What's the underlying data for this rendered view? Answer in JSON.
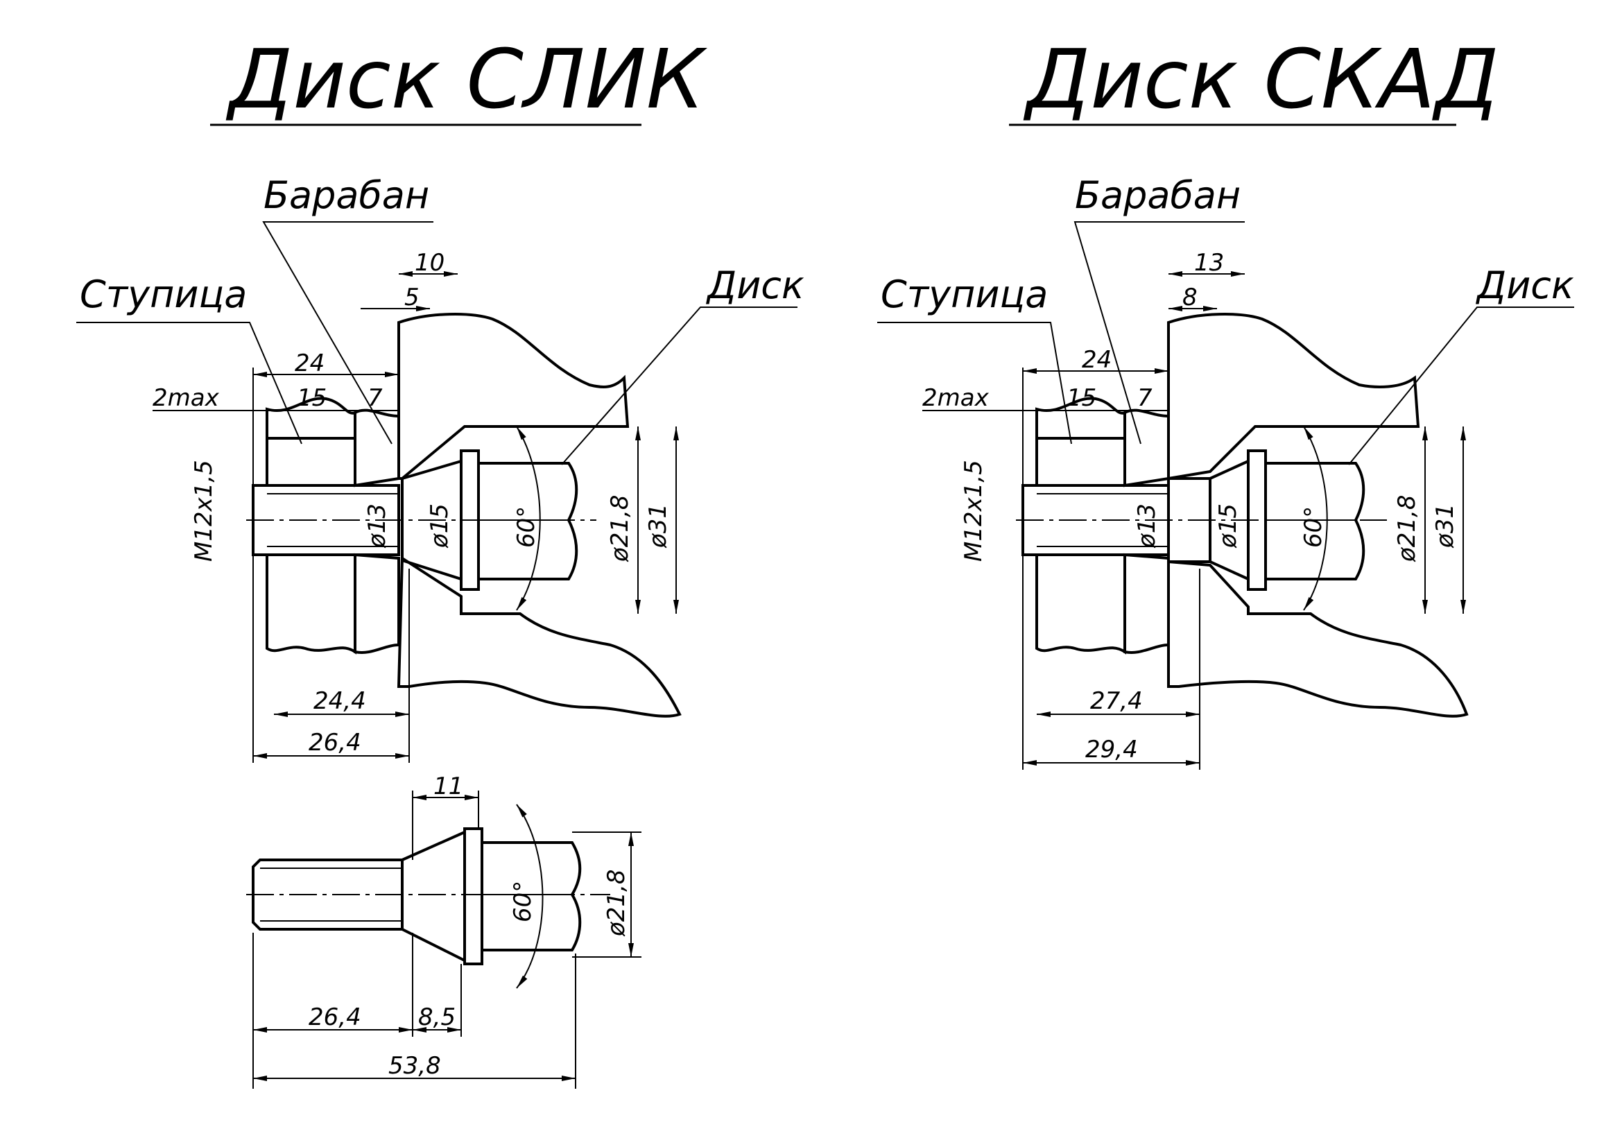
{
  "left": {
    "title": "Диск СЛИК",
    "labels": {
      "hub": "Ступица",
      "drum": "Барабан",
      "disc": "Диск"
    },
    "dims": {
      "d10": "10",
      "d5": "5",
      "d24": "24",
      "d2max": "2max",
      "d15": "15",
      "d7": "7",
      "thread": "M12x1,5",
      "dia13": "ø13",
      "dia15": "ø15",
      "angle": "60°",
      "dia21": "ø21,8",
      "dia31": "ø31",
      "d244": "24,4",
      "d264": "26,4"
    }
  },
  "right": {
    "title": "Диск СКАД",
    "labels": {
      "hub": "Ступица",
      "drum": "Барабан",
      "disc": "Диск"
    },
    "dims": {
      "d13": "13",
      "d8": "8",
      "d24": "24",
      "d2max": "2max",
      "d15": "15",
      "d7": "7",
      "thread": "M12x1,5",
      "dia13": "ø13",
      "dia15": "ø15",
      "angle": "60°",
      "dia21": "ø21,8",
      "dia31": "ø31",
      "d274": "27,4",
      "d294": "29,4"
    }
  },
  "bolt": {
    "dims": {
      "d11": "11",
      "angle": "60°",
      "dia21": "ø21,8",
      "d264": "26,4",
      "d85": "8,5",
      "d538": "53,8"
    }
  }
}
